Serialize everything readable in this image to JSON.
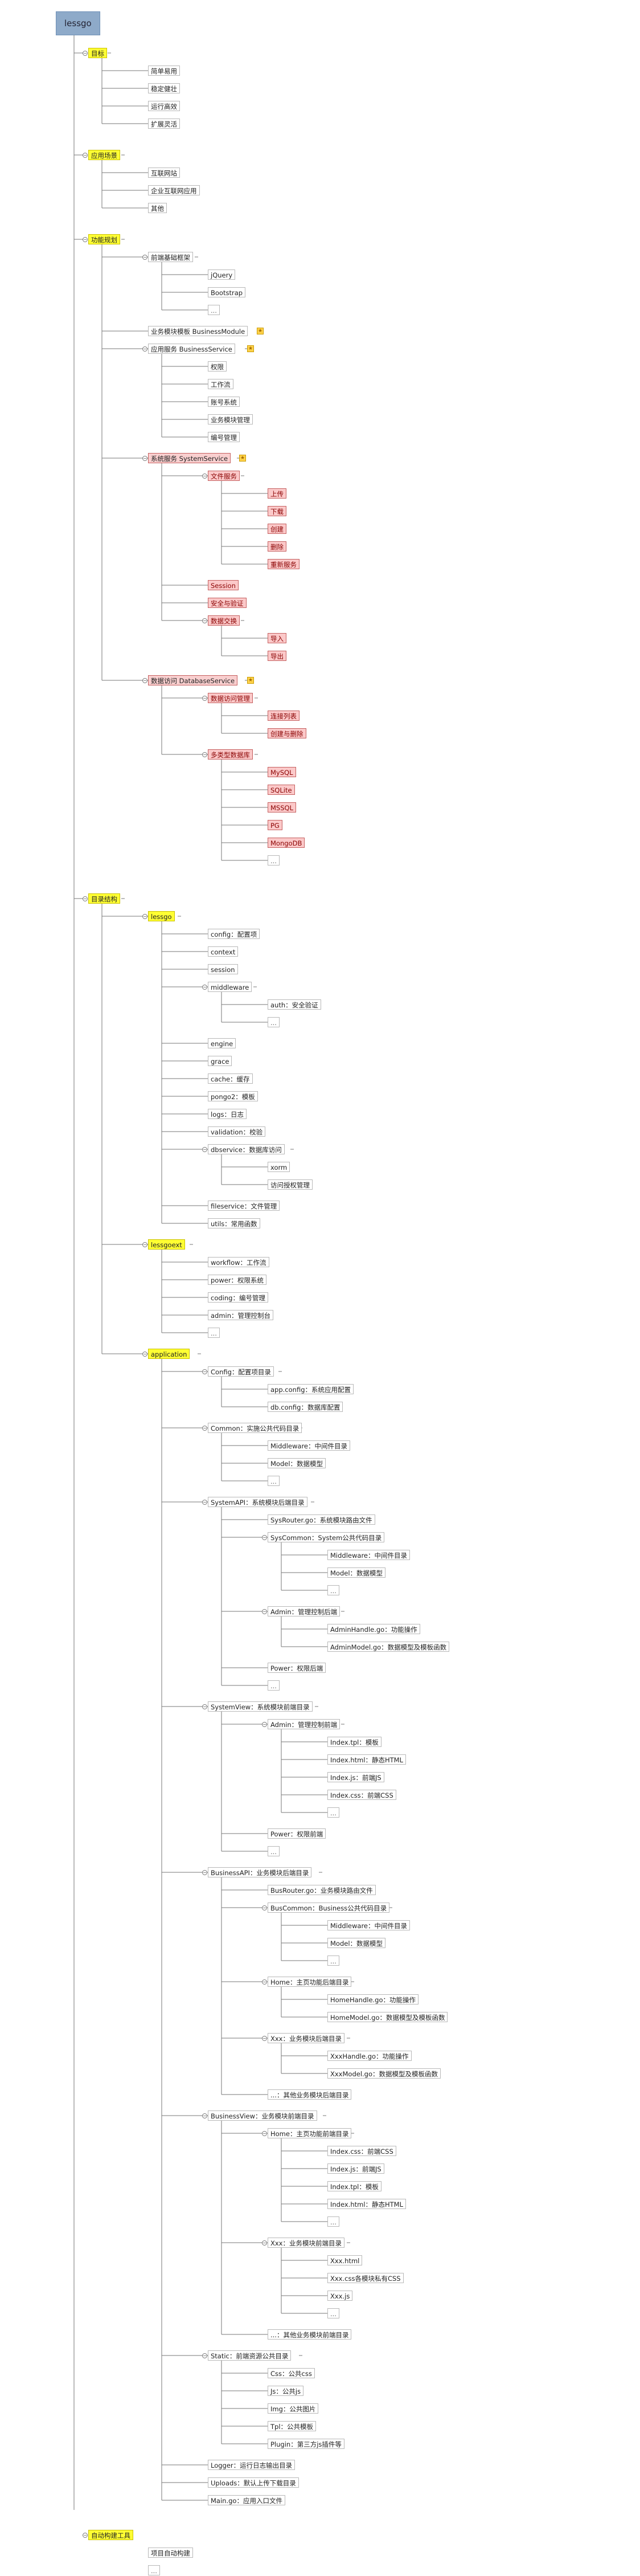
{
  "root": "lessgo",
  "branches": [
    {
      "label": "目标",
      "items": [
        "简单易用",
        "稳定健壮",
        "运行高效",
        "扩展灵活"
      ]
    },
    {
      "label": "应用场景",
      "items": [
        "互联网站",
        "企业互联网应用",
        "其他"
      ]
    },
    {
      "label": "功能规划",
      "items": [
        {
          "label": "前端基础框架",
          "children": [
            "jQuery",
            "Bootstrap",
            "..."
          ]
        },
        {
          "label": "业务模块模板 BusinessModule"
        },
        {
          "label": "应用服务 BusinessService",
          "children": [
            "权限",
            "工作流",
            "账号系统",
            "业务模块管理",
            "编号管理"
          ]
        },
        {
          "label": "系统服务 SystemService",
          "children": [
            {
              "label": "文件服务",
              "children": [
                "上传",
                "下载",
                "创建",
                "删除",
                "重新服务"
              ]
            },
            {
              "label": "Session"
            },
            {
              "label": "安全与验证"
            },
            {
              "label": "数据交换",
              "children": [
                "导入",
                "导出"
              ]
            }
          ]
        },
        {
          "label": "数据访问 DatabaseService",
          "children": [
            {
              "label": "数据访问管理",
              "children": [
                "连接列表",
                "创建与删除"
              ]
            },
            {
              "label": "多类型数据库",
              "children": [
                "MySQL",
                "SQLite",
                "MSSQL",
                "PG",
                "MongoDB",
                "..."
              ]
            }
          ]
        }
      ]
    },
    {
      "label": "目录结构",
      "items": [
        {
          "label": "lessgo",
          "children": [
            "config：配置项",
            "context",
            "session",
            {
              "label": "middleware",
              "children": [
                "auth：安全验证",
                "..."
              ]
            },
            "engine",
            "grace",
            "cache：缓存",
            "pongo2：模板",
            "logs：日志",
            "validation：校验",
            {
              "label": "dbservice：数据库访问",
              "children": [
                "xorm",
                "访问授权管理"
              ]
            },
            "fileservice：文件管理",
            "utils：常用函数"
          ]
        },
        {
          "label": "lessgoext",
          "children": [
            "workflow：工作流",
            "power：权限系统",
            "coding：编号管理",
            "admin：管理控制台",
            "..."
          ]
        },
        {
          "label": "application",
          "children": [
            {
              "label": "Config：配置项目录",
              "children": [
                "app.config：系统应用配置",
                "db.config：数据库配置"
              ]
            },
            {
              "label": "Common：实施公共代码目录",
              "children": [
                "Middleware：中间件目录",
                "Model：数据模型",
                "..."
              ]
            },
            {
              "label": "SystemAPI：系统模块后端目录",
              "children": [
                "SysRouter.go：系统模块路由文件",
                {
                  "label": "SysCommon：System公共代码目录",
                  "children": [
                    "Middleware：中间件目录",
                    "Model：数据模型",
                    "..."
                  ]
                },
                {
                  "label": "Admin：管理控制后端",
                  "children": [
                    "AdminHandle.go：功能操作",
                    "AdminModel.go：数据模型及模板函数"
                  ]
                },
                "Power：权限后端",
                "..."
              ]
            },
            {
              "label": "SystemView：系统模块前端目录",
              "children": [
                {
                  "label": "Admin：管理控制前端",
                  "children": [
                    "Index.tpl：模板",
                    "Index.html：静态HTML",
                    "Index.js：前端JS",
                    "Index.css：前端CSS",
                    "..."
                  ]
                },
                "Power：权限前端",
                "..."
              ]
            },
            {
              "label": "BusinessAPI：业务模块后端目录",
              "children": [
                "BusRouter.go：业务模块路由文件",
                {
                  "label": "BusCommon：Business公共代码目录",
                  "children": [
                    "Middleware：中间件目录",
                    "Model：数据模型",
                    "..."
                  ]
                },
                {
                  "label": "Home：主页功能后端目录",
                  "children": [
                    "HomeHandle.go：功能操作",
                    "HomeModel.go：数据模型及模板函数"
                  ]
                },
                {
                  "label": "Xxx：业务模块后端目录",
                  "children": [
                    "XxxHandle.go：功能操作",
                    "XxxModel.go：数据模型及模板函数"
                  ]
                },
                "...：其他业务模块后端目录"
              ]
            },
            {
              "label": "BusinessView：业务模块前端目录",
              "children": [
                {
                  "label": "Home：主页功能前端目录",
                  "children": [
                    "Index.css：前端CSS",
                    "Index.js：前端JS",
                    "Index.tpl：模板",
                    "Index.html：静态HTML",
                    "..."
                  ]
                },
                {
                  "label": "Xxx：业务模块前端目录",
                  "children": [
                    "Xxx.html",
                    "Xxx.css各模块私有CSS",
                    "Xxx.js",
                    "..."
                  ]
                },
                "...：其他业务模块前端目录"
              ]
            },
            {
              "label": "Static：前端资源公共目录",
              "children": [
                "Css：公共css",
                "Js：公共js",
                "Img：公共图片",
                "Tpl：公共模板",
                "Plugin：第三方js插件等"
              ]
            },
            "Logger：运行日志输出目录",
            "Uploads：默认上传下载目录",
            "Main.go：应用入口文件"
          ]
        }
      ]
    },
    {
      "label": "自动构建工具",
      "items": [
        "项目自动构建",
        "..."
      ]
    }
  ]
}
